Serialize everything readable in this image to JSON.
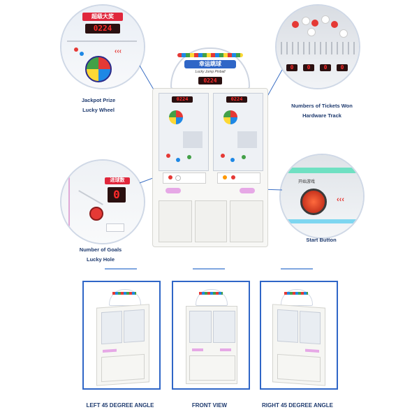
{
  "callouts": {
    "jackpot_text": "超级大奖",
    "jackpot_counter": "0224",
    "goals_text": "进球数",
    "goals_counter": "0",
    "start_panel_text": "开始游戏",
    "ticket_counters": [
      "0",
      "0",
      "0",
      "0"
    ]
  },
  "machine": {
    "marquee_text": "幸运跳球",
    "marquee_subtitle": "Lucky Jump Pinball",
    "main_counter": "0224",
    "left_counter": "0224",
    "right_counter": "0224"
  },
  "labels": {
    "jackpot_prize": "Jackpot Prize",
    "lucky_wheel": "Lucky Wheel",
    "tickets_won": "Numbers of Tickets  Won",
    "hardware_track": "Hardware Track",
    "number_of_goals": "Number of Goals",
    "lucky_hole": "Lucky Hole",
    "start_button": "Start Button"
  },
  "views": [
    {
      "caption": "LEFT 45 DEGREE ANGLE"
    },
    {
      "caption": "FRONT VIEW"
    },
    {
      "caption": "RIGHT 45 DEGREE ANGLE"
    }
  ],
  "colors": {
    "label_blue": "#1f3b6f",
    "frame_blue": "#2f66c7",
    "led_red": "#ff2a2a"
  }
}
